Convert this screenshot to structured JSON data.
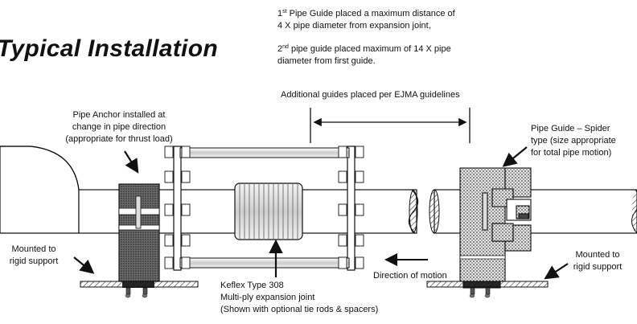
{
  "title": "Typical Installation",
  "guide_notes": {
    "line1_num": "1",
    "line1_suffix": "st",
    "line1_text": " Pipe Guide placed a maximum distance of",
    "line2": "4 X pipe diameter from expansion joint,",
    "line3_num": "2",
    "line3_suffix": "nd",
    "line3_text": " pipe guide placed maximum of 14 X pipe",
    "line4": "diameter from first guide.",
    "line5": "Additional guides placed per EJMA guidelines"
  },
  "anchor_label": {
    "line1": "Pipe Anchor installed at",
    "line2": "change in pipe direction",
    "line3": "(appropriate for thrust load)"
  },
  "guide_label": {
    "line1": "Pipe Guide – Spider",
    "line2": "type (size appropriate",
    "line3": "for total pipe motion)"
  },
  "mount_left": {
    "line1": "Mounted to",
    "line2": "rigid support"
  },
  "mount_right": {
    "line1": "Mounted to",
    "line2": "rigid support"
  },
  "joint_label": {
    "line1": "Keflex Type 308",
    "line2": "Multi-ply expansion joint",
    "line3": "(Shown with optional tie rods & spacers)"
  },
  "motion_label": "Direction of motion",
  "colors": {
    "line": "#111111",
    "pattern": "#555555"
  }
}
